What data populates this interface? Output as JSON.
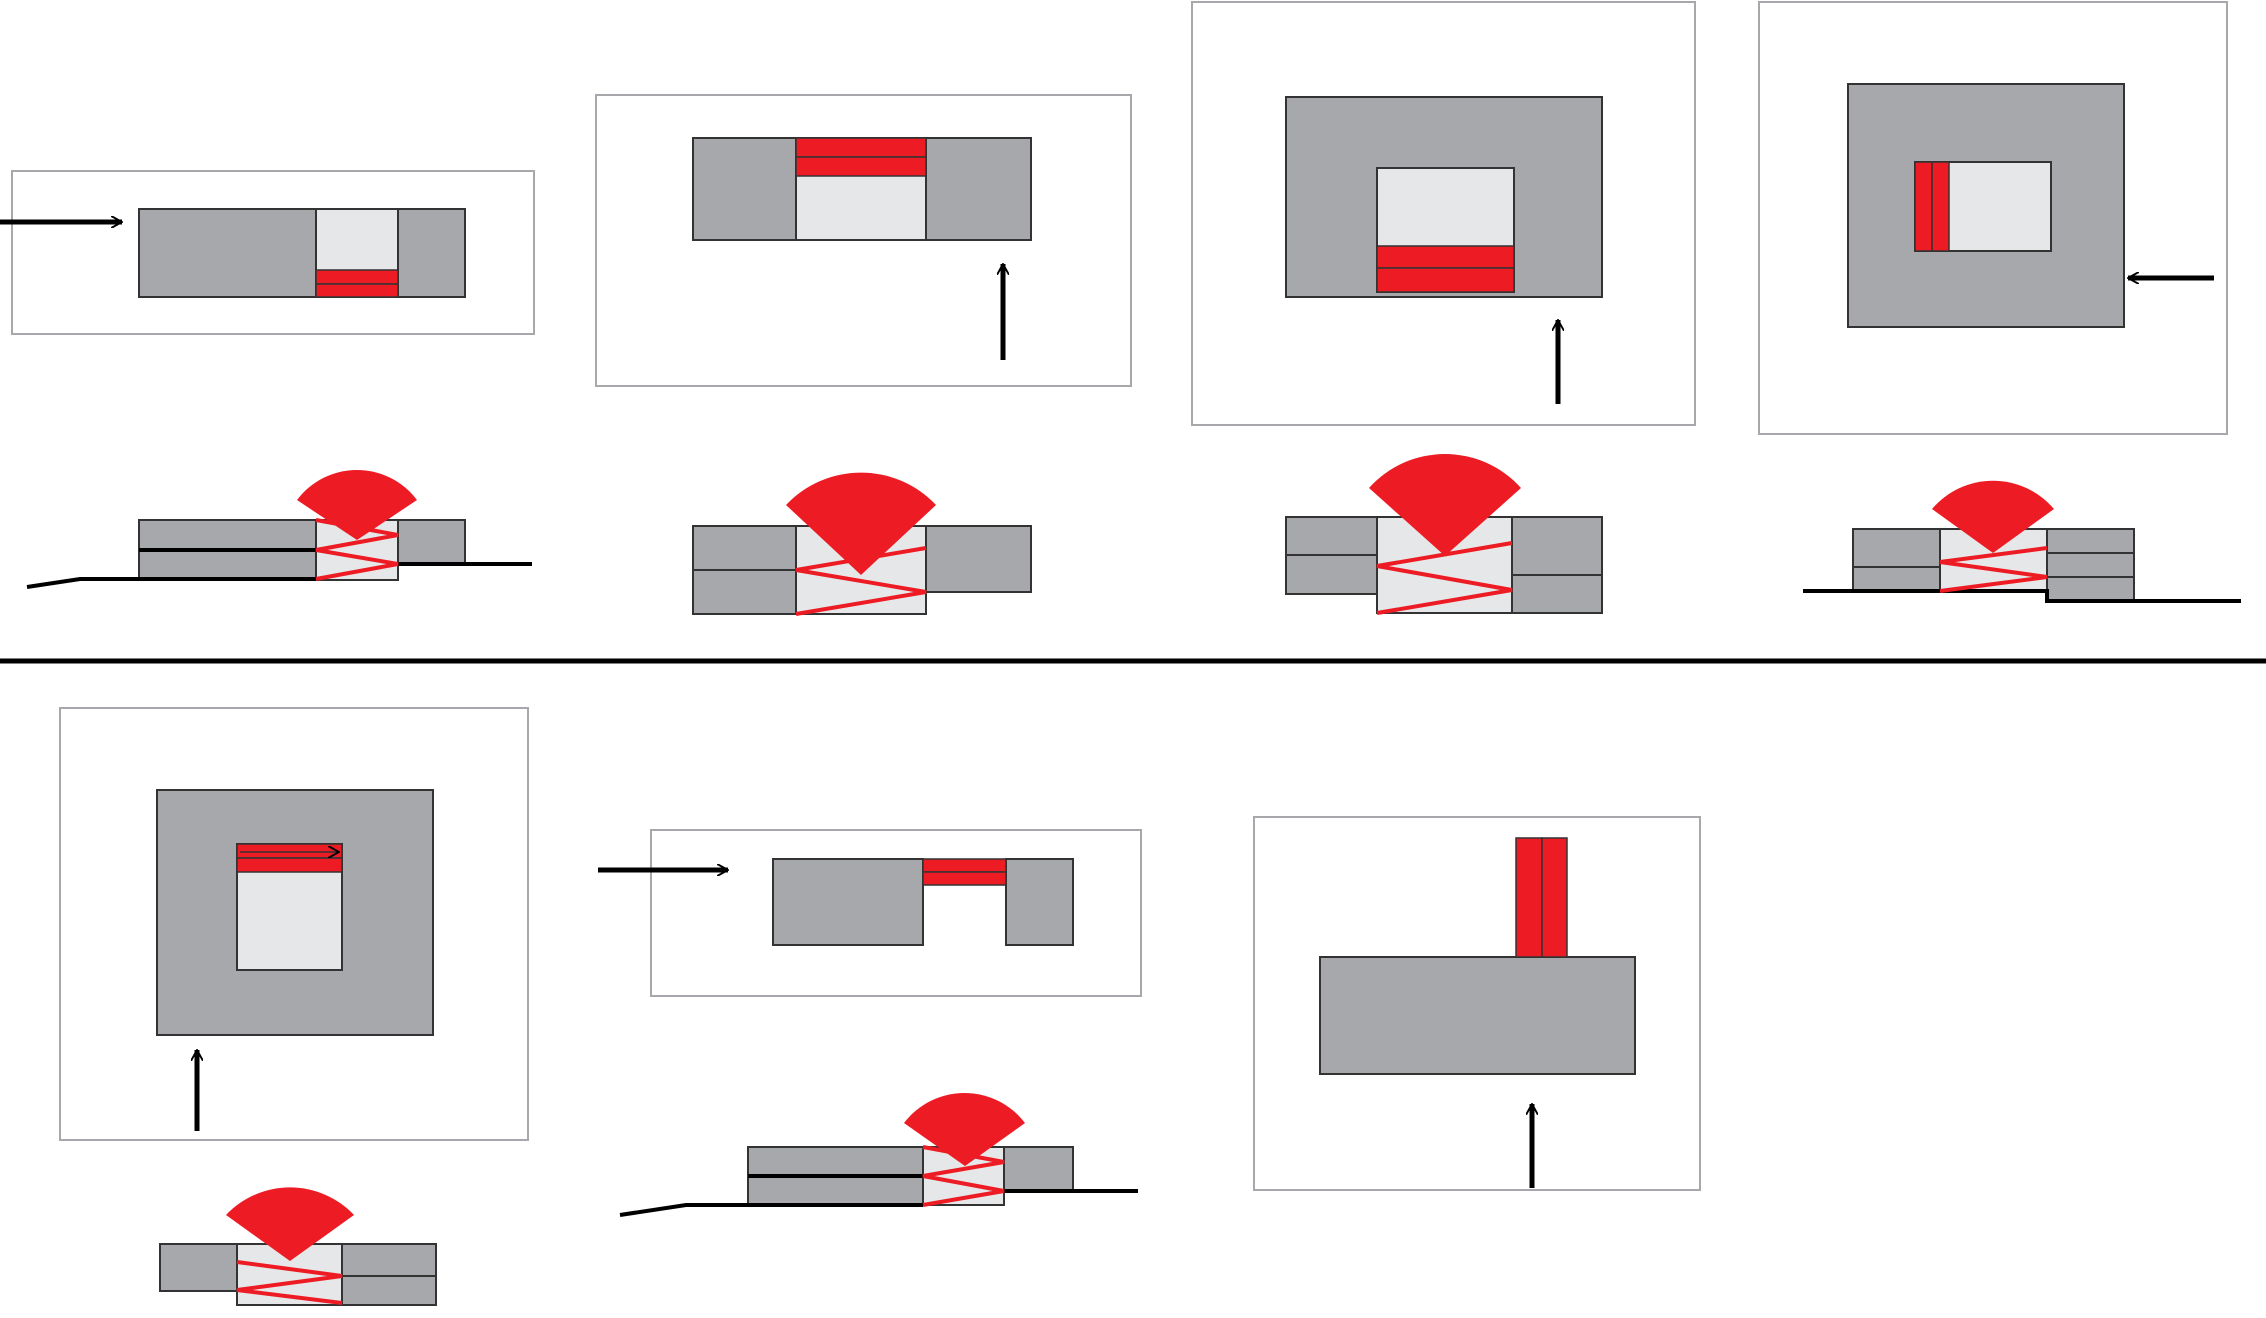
{
  "diagram": {
    "colors": {
      "background": "#ffffff",
      "mass": "#a7a8ab",
      "void": "#e6e7e8",
      "circulation": "#ed1c24",
      "frame": "#a7a8ab",
      "line": "#000000"
    },
    "rows": [
      {
        "row": "top",
        "items": [
          {
            "id": "1",
            "plan": {
              "entry_arrow": "right",
              "circulation": "stair-bottom-of-void"
            },
            "section": {
              "ground": "sloped-left",
              "view_cone": true,
              "zigzag_stair": true
            }
          },
          {
            "id": "2",
            "plan": {
              "entry_arrow": "up",
              "circulation": "stair-top-of-void"
            },
            "section": {
              "ground": "none",
              "view_cone": true,
              "zigzag_stair": true
            }
          },
          {
            "id": "3",
            "plan": {
              "entry_arrow": "up",
              "circulation": "stair-bottom-of-void"
            },
            "section": {
              "ground": "none",
              "view_cone": true,
              "zigzag_stair": true
            }
          },
          {
            "id": "4",
            "plan": {
              "entry_arrow": "left",
              "circulation": "stair-left-of-void"
            },
            "section": {
              "ground": "stepped",
              "view_cone": true,
              "zigzag_stair": true
            }
          }
        ]
      },
      {
        "row": "bottom",
        "items": [
          {
            "id": "5",
            "plan": {
              "entry_arrow": "up",
              "circulation": "stair-top-of-void"
            },
            "section": {
              "ground": "none",
              "view_cone": true,
              "zigzag_stair": true
            }
          },
          {
            "id": "6",
            "plan": {
              "entry_arrow": "right",
              "circulation": "bridge"
            },
            "section": {
              "ground": "sloped-left",
              "view_cone": true,
              "zigzag_stair": true
            }
          },
          {
            "id": "7",
            "plan": {
              "entry_arrow": "up",
              "circulation": "projecting-stair"
            },
            "section": null
          }
        ]
      }
    ]
  }
}
